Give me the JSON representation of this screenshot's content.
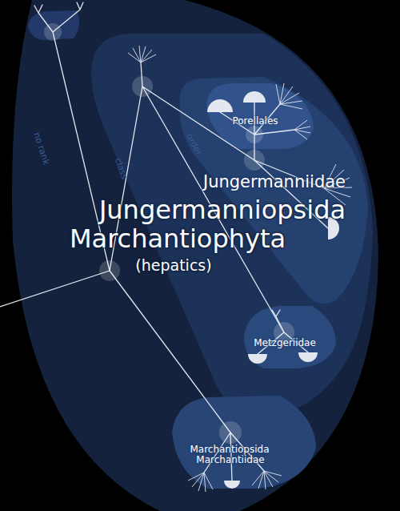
{
  "diagram": {
    "nodes": [
      {
        "text": [
          "Marchantiophyta",
          "(hepatics)"
        ]
      },
      {
        "text": [
          "Jungermanniopsida"
        ],
        "in": 0
      },
      {
        "text": [
          "Jungermanniidae"
        ],
        "in": 1
      },
      {
        "text": [
          "Porellales"
        ],
        "in": 2
      },
      {
        "text": [
          "Metzgeriidae"
        ],
        "in": 1
      },
      {
        "text": [
          "Marchantiopsida",
          "Marchantiidae"
        ],
        "in": 0
      }
    ],
    "labels": [
      "no rank",
      "class",
      "order"
    ]
  }
}
